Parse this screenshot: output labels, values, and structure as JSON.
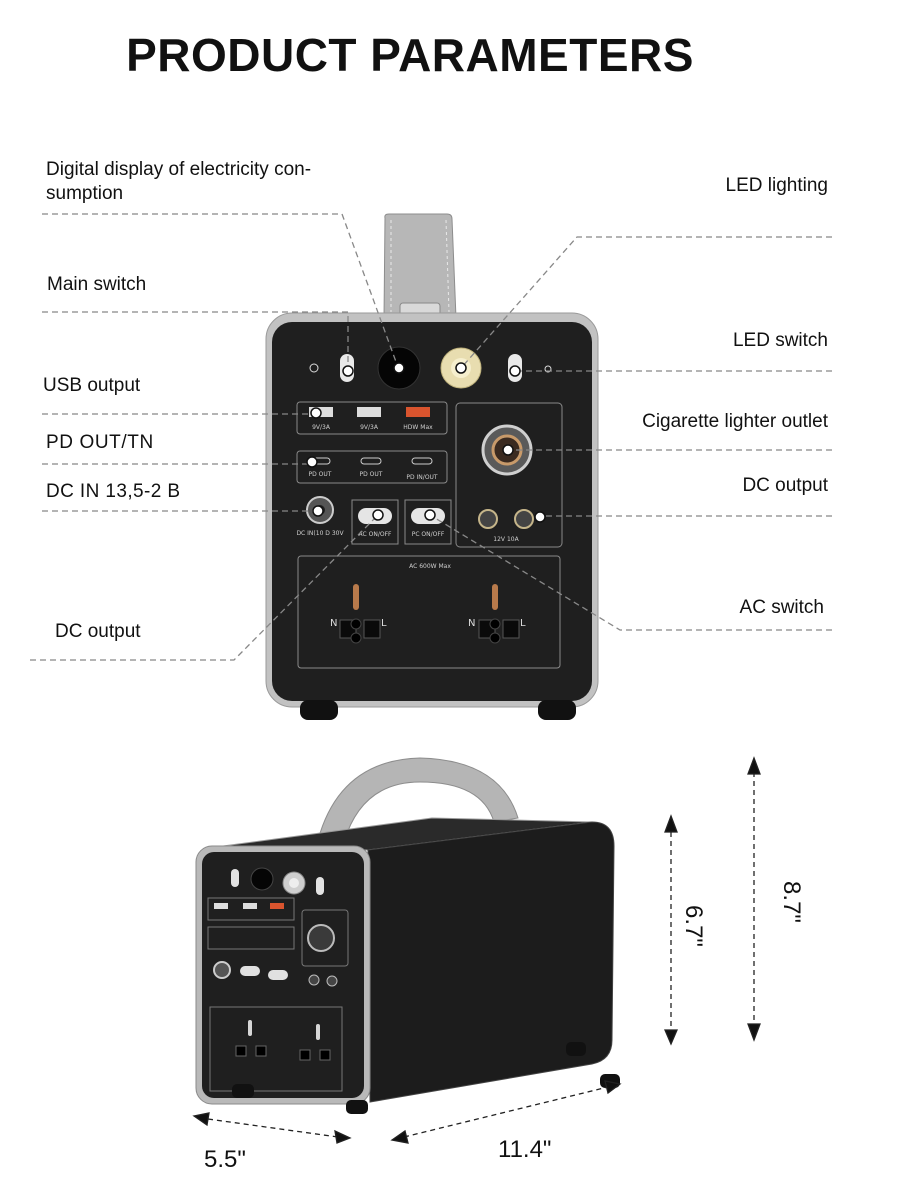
{
  "page": {
    "title": "PRODUCT PARAMETERS"
  },
  "labels": {
    "digital_display": "Digital display of electricity con-sumption",
    "led_lighting": "LED lighting",
    "main_switch": "Main switch",
    "led_switch": "LED switch",
    "usb_output": "USB output",
    "cigarette_lighter": "Cigarette lighter  outlet",
    "pd_out": "PD  OUT/TN",
    "dc_output_right": "DC output",
    "dc_in": "DC IN 13,5-2 B",
    "ac_switch": "AC switch",
    "dc_output_left": "DC output"
  },
  "panel_text": {
    "usb1": "9V/3A",
    "usb2": "9V/3A",
    "usb3": "HDW Max",
    "pd1": "PD OUT",
    "pd2": "PD OUT",
    "pd3": "PD IN/OUT",
    "dcin": "DC IN(10 D 30V",
    "ac_onoff": "AC ON/OFF",
    "pc_onoff": "PC ON/OFF",
    "dc12v": "12V 10A",
    "ac_max": "AC 600W Max",
    "n": "N",
    "l": "L"
  },
  "dimensions": {
    "height_body": "6.7\"",
    "height_total": "8.7\"",
    "depth": "5.5\"",
    "length": "11.4\""
  },
  "colors": {
    "body": "#1f1f1f",
    "frame": "#bdbdbd",
    "handle": "#a9a9a9",
    "usb_fast": "#d9542e",
    "socket_pin": "#b87a4b"
  }
}
